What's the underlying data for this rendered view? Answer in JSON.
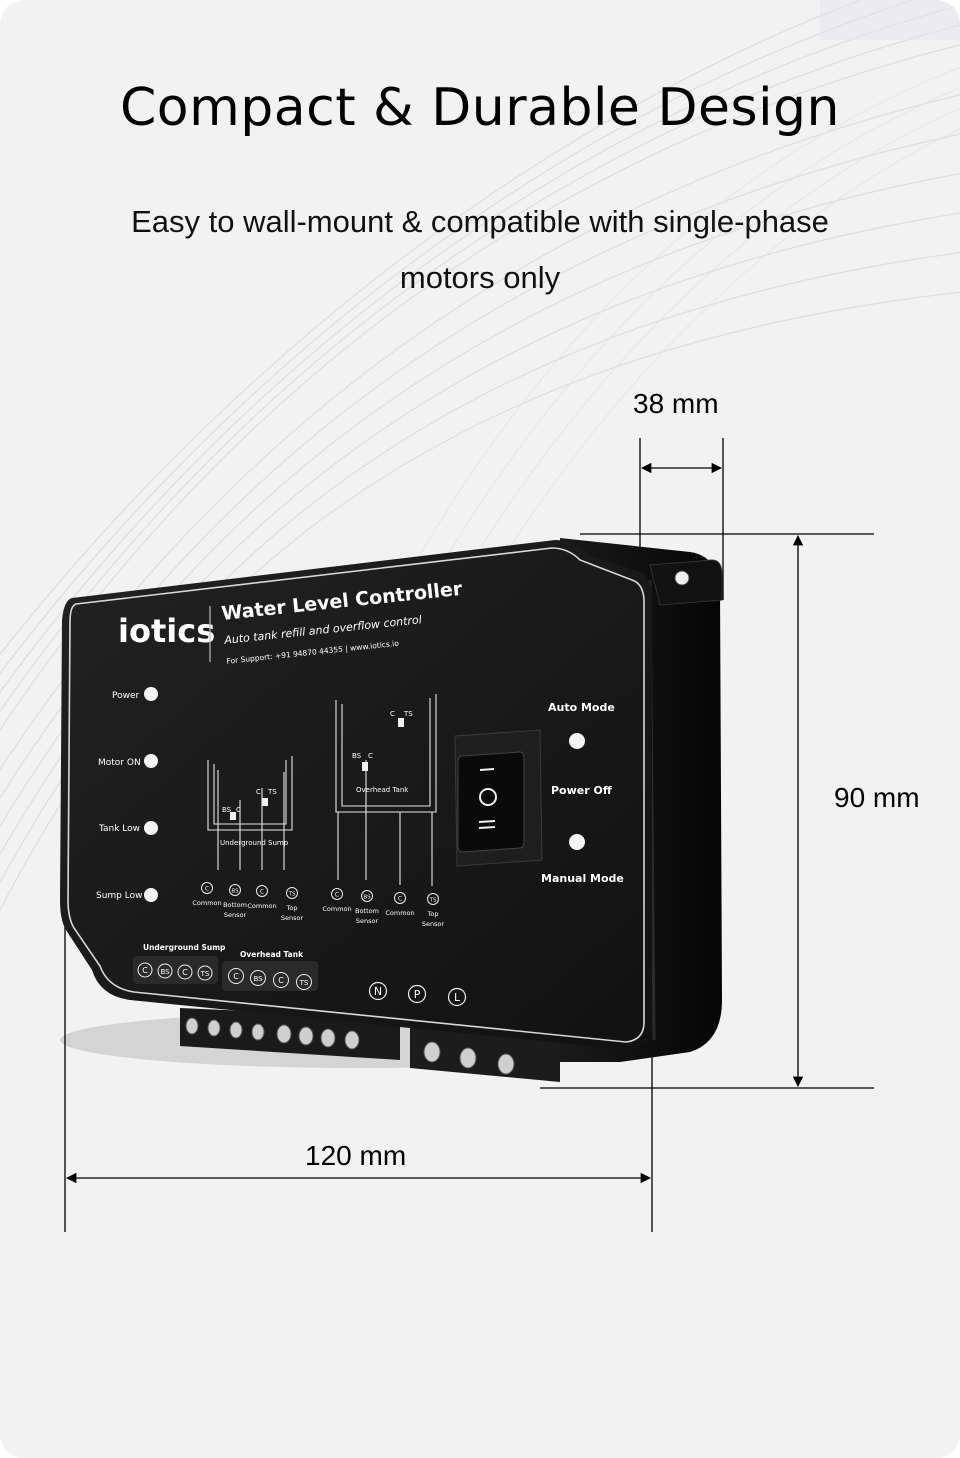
{
  "page": {
    "title": "Compact & Durable Design",
    "subtitle": "Easy to wall-mount & compatible with single-phase motors only"
  },
  "dimensions": {
    "depth": "38 mm",
    "height": "90 mm",
    "width": "120 mm"
  },
  "device": {
    "brand": "iotics",
    "product_name": "Water Level Controller",
    "tagline": "Auto tank refill and overflow control",
    "support": "For Support:  +91 94870 44355  |  www.iotics.io",
    "indicators": {
      "power": "Power",
      "motor_on": "Motor ON",
      "tank_low": "Tank Low",
      "sump_low": "Sump Low"
    },
    "modes": {
      "auto": "Auto Mode",
      "power_off": "Power Off",
      "manual": "Manual Mode"
    },
    "sump_diagram": {
      "label": "Underground Sump",
      "bs": "BS",
      "c": "C",
      "ts": "TS",
      "terminals": [
        "C",
        "BS",
        "C",
        "TS"
      ],
      "terminal_captions": [
        "Common",
        "Bottom",
        "Common",
        "Top"
      ],
      "terminal_captions_2": [
        "",
        "Sensor",
        "",
        "Sensor"
      ]
    },
    "overhead_diagram": {
      "label": "Overhead Tank",
      "bs": "BS",
      "c": "C",
      "ts": "TS",
      "terminals": [
        "C",
        "BS",
        "C",
        "TS"
      ],
      "terminal_captions": [
        "Common",
        "Bottom",
        "Common",
        "Top"
      ],
      "terminal_captions_2": [
        "",
        "Sensor",
        "",
        "Sensor"
      ]
    },
    "bottom_groups": {
      "sump_label": "Underground Sump",
      "tank_label": "Overhead Tank",
      "sump_terminals": [
        "C",
        "BS",
        "C",
        "TS"
      ],
      "tank_terminals": [
        "C",
        "BS",
        "C",
        "TS"
      ]
    },
    "power_terminals": [
      "N",
      "P",
      "L"
    ],
    "colors": {
      "panel": "#161616",
      "text": "#ffffff",
      "body": "#0c0c0c"
    }
  }
}
